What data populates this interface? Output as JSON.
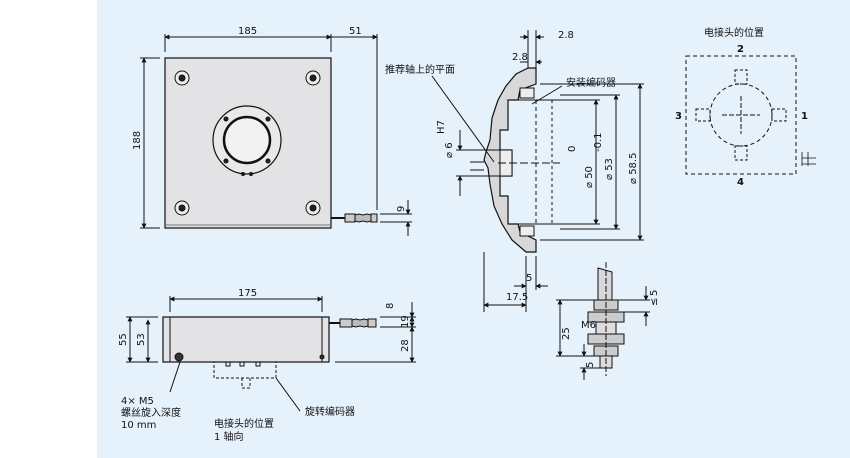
{
  "colors": {
    "panel_bg": "#e6f2fb",
    "device_fill": "#e3e3e6",
    "line": "#111111"
  },
  "dims": {
    "top_width": "185",
    "top_right": "51",
    "top_height": "188",
    "top_cable": "9",
    "side_width": "175",
    "side_h55": "55",
    "side_h53": "53",
    "side_8": "8",
    "side_19": "19",
    "side_28": "28",
    "sec_28a": "2.8",
    "sec_28b": "2.8",
    "sec_d6": "⌀ 6",
    "sec_h7": "H7",
    "sec_d50": "⌀ 50",
    "sec_d50_tol_top": "0",
    "sec_d50_tol_bot": "-0.1",
    "sec_d53": "⌀ 53",
    "sec_d585": "⌀ 58.5",
    "sec_5": "5",
    "sec_175": "17.5",
    "conn_5": "5",
    "conn_le": "≤",
    "conn_25": "25",
    "conn_5b": "5",
    "conn_m": "M6"
  },
  "labels": {
    "flat_on_shaft": "推荐轴上的平面",
    "install_encoder": "安装编码器",
    "connector_pos_title": "电接头的位置",
    "pin_top": "2",
    "pin_left": "3",
    "pin_right": "1",
    "pin_bottom": "4",
    "m5_line1": "4× M5",
    "m5_line2": "螺丝旋入深度",
    "m5_line3": "10 mm",
    "connector_pos_bottom1": "电接头的位置",
    "connector_pos_bottom2": "1 轴向",
    "rotary_encoder": "旋转编码器"
  }
}
